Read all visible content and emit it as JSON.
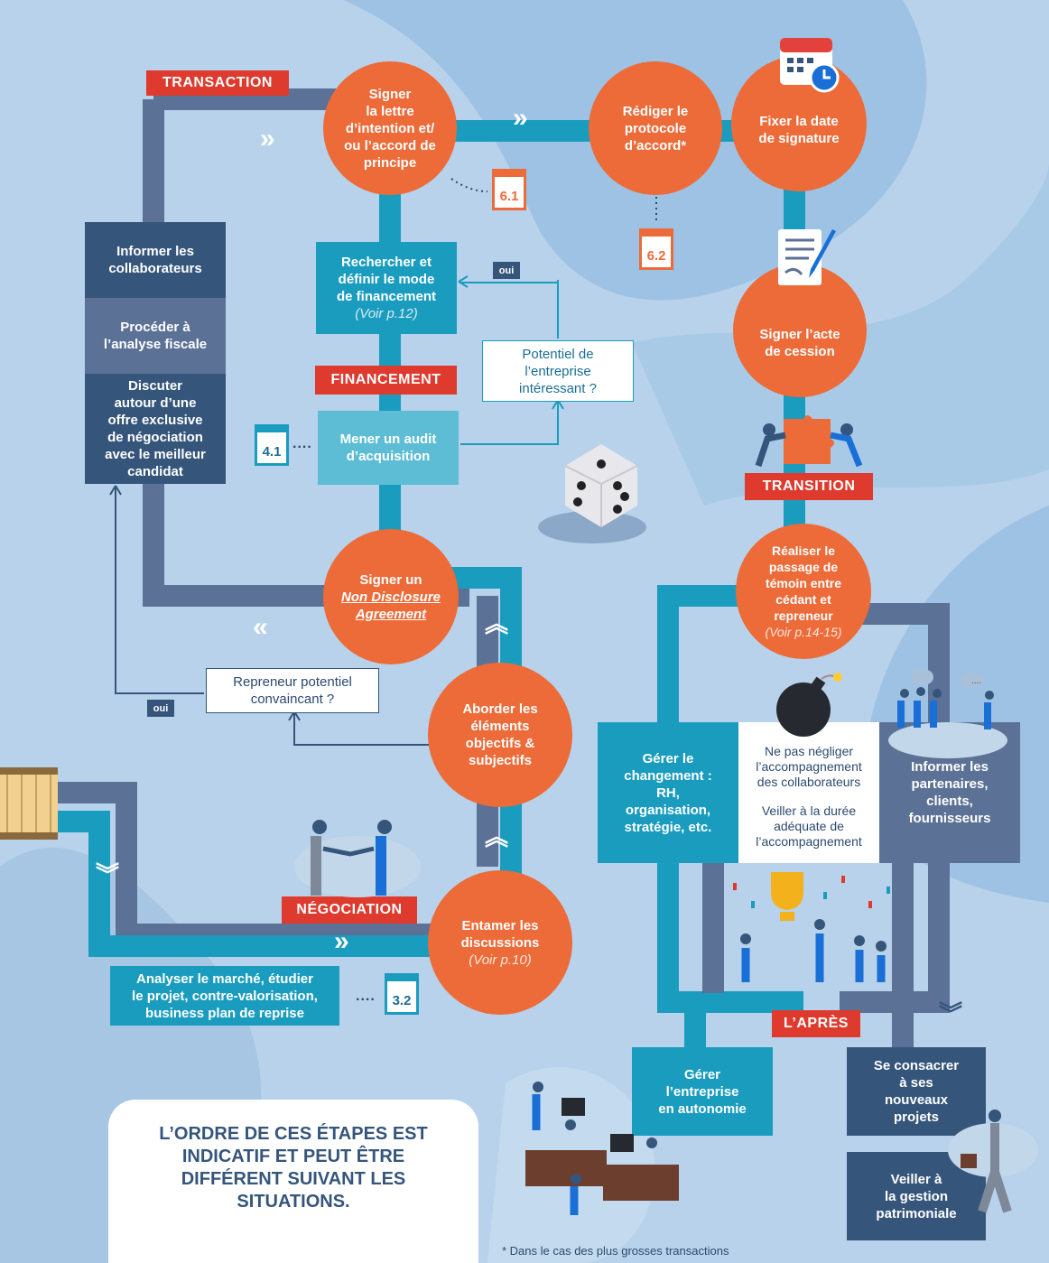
{
  "labels": {
    "transaction": "TRANSACTION",
    "financement": "FINANCEMENT",
    "transition": "TRANSITION",
    "negociation": "NÉGOCIATION",
    "apres": "L’APRÈS"
  },
  "circles": {
    "signer_lettre": [
      "Signer",
      "la lettre",
      "d’intention et/",
      "ou l’accord de",
      "principe"
    ],
    "rediger": [
      "Rédiger le",
      "protocole",
      "d’accord*"
    ],
    "fixer": [
      "Fixer la date",
      "de signature"
    ],
    "signer_acte": [
      "Signer l’acte",
      "de cession"
    ],
    "passage": [
      "Réaliser le",
      "passage de",
      "témoin entre",
      "cédant et",
      "repreneur"
    ],
    "passage_see": "(Voir p.14-15)",
    "nda_line1": "Signer un",
    "nda_u1": "Non Disclosure",
    "nda_u2": "Agreement",
    "aborder": [
      "Aborder les",
      "éléments",
      "objectifs &",
      "subjectifs"
    ],
    "entamer": [
      "Entamer les",
      "discussions"
    ],
    "entamer_see": "(Voir p.10)"
  },
  "boxes": {
    "informer_collab": [
      "Informer les",
      "collaborateurs"
    ],
    "analyse_fiscale": [
      "Procéder à",
      "l’analyse fiscale"
    ],
    "discuter": [
      "Discuter",
      "autour d’une",
      "offre exclusive",
      "de négociation",
      "avec le meilleur",
      "candidat"
    ],
    "financement": [
      "Rechercher et",
      "définir le mode",
      "de financement"
    ],
    "financement_see": "(Voir p.12)",
    "audit": [
      "Mener un audit",
      "d’acquisition"
    ],
    "potentiel": [
      "Potentiel de",
      "l’entreprise",
      "intéressant ?"
    ],
    "repreneur": [
      "Repreneur potentiel",
      "convaincant ?"
    ],
    "analyser": [
      "Analyser le marché, étudier",
      "le projet, contre-valorisation,",
      "business plan de reprise"
    ],
    "gerer_changement": [
      "Gérer le",
      "changement :",
      "RH,",
      "organisation,",
      "stratégie, etc."
    ],
    "ne_pas": [
      "Ne pas négliger",
      "l’accompagnement",
      "des collaborateurs"
    ],
    "veiller_duree": [
      "Veiller à la durée",
      "adéquate de",
      "l’accompagnement"
    ],
    "informer_part": [
      "Informer les",
      "partenaires,",
      "clients,",
      "fournisseurs"
    ],
    "autonomie": [
      "Gérer",
      "l’entreprise",
      "en autonomie"
    ],
    "consacrer": [
      "Se consacrer",
      "à ses",
      "nouveaux",
      "projets"
    ],
    "patrimoine": [
      "Veiller à",
      "la gestion",
      "patrimoniale"
    ]
  },
  "docs": {
    "d61": "6.1",
    "d62": "6.2",
    "d41": "4.1",
    "d32": "3.2"
  },
  "oui": "oui",
  "note": "L’ORDRE DE CES ÉTAPES EST INDICATIF ET PEUT ÊTRE DIFFÉRENT SUIVANT LES SITUATIONS.",
  "footnote": "* Dans le cas des plus grosses transactions",
  "dots": "....",
  "bubble_dots": "....",
  "chevrons": {
    "right": "»",
    "left": "«",
    "up": "︽",
    "down": "︾"
  },
  "colors": {
    "orange": "#ec6b39",
    "red": "#de3a2e",
    "teal": "#1a9cbf",
    "navy": "#35557b",
    "slate": "#5b7196"
  }
}
